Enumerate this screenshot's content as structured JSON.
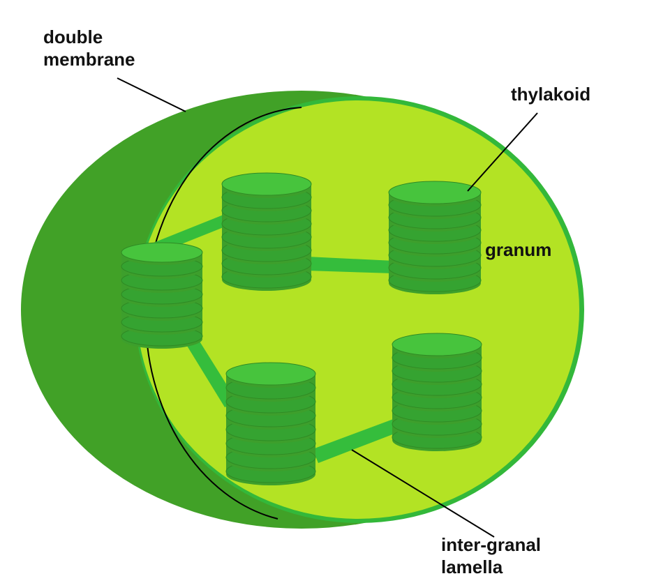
{
  "labels": {
    "double_membrane_line1": "double",
    "double_membrane_line2": "membrane",
    "thylakoid": "thylakoid",
    "granum": "granum",
    "inter_granal_line1": "inter-granal",
    "inter_granal_line2": "lamella"
  },
  "colors": {
    "outer_membrane": "#41a127",
    "inner_rim": "#33b83a",
    "stroma": "#b3e324",
    "disk_body": "#3d9f2c",
    "disk_band": "#35a331",
    "disk_top": "#47c43d",
    "lamella": "#35bd3c",
    "label_text": "#111111",
    "leader_line": "#000000"
  }
}
